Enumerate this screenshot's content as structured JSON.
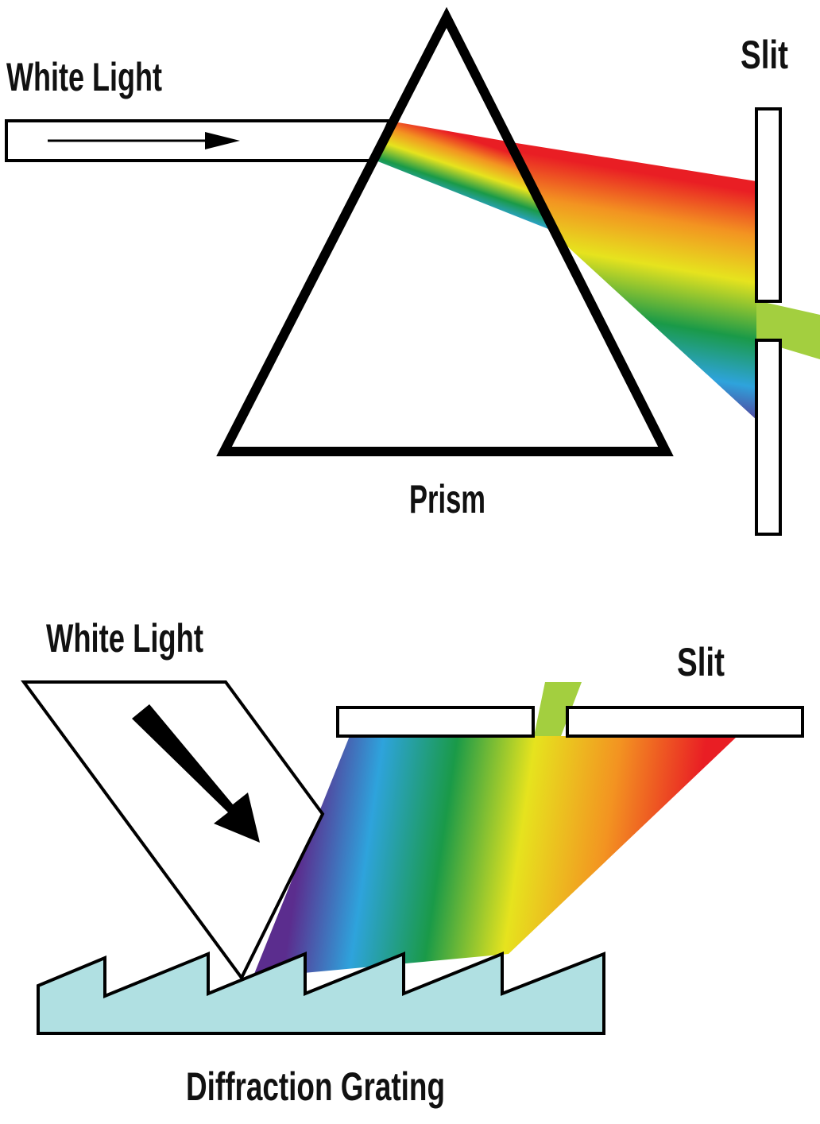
{
  "prism_panel": {
    "white_light_label": "White Light",
    "slit_label": "Slit",
    "prism_label": "Prism"
  },
  "grating_panel": {
    "white_light_label": "White Light",
    "slit_label": "Slit",
    "grating_label": "Diffraction Grating"
  },
  "colors": {
    "outline": "#000000",
    "grating_fill": "#b0e0e2",
    "spectrum": [
      "#5b2d8e",
      "#2ea3dc",
      "#1a9a48",
      "#e6e31e",
      "#f39321",
      "#e91e24"
    ],
    "passed_light": "#a3cf3f"
  }
}
